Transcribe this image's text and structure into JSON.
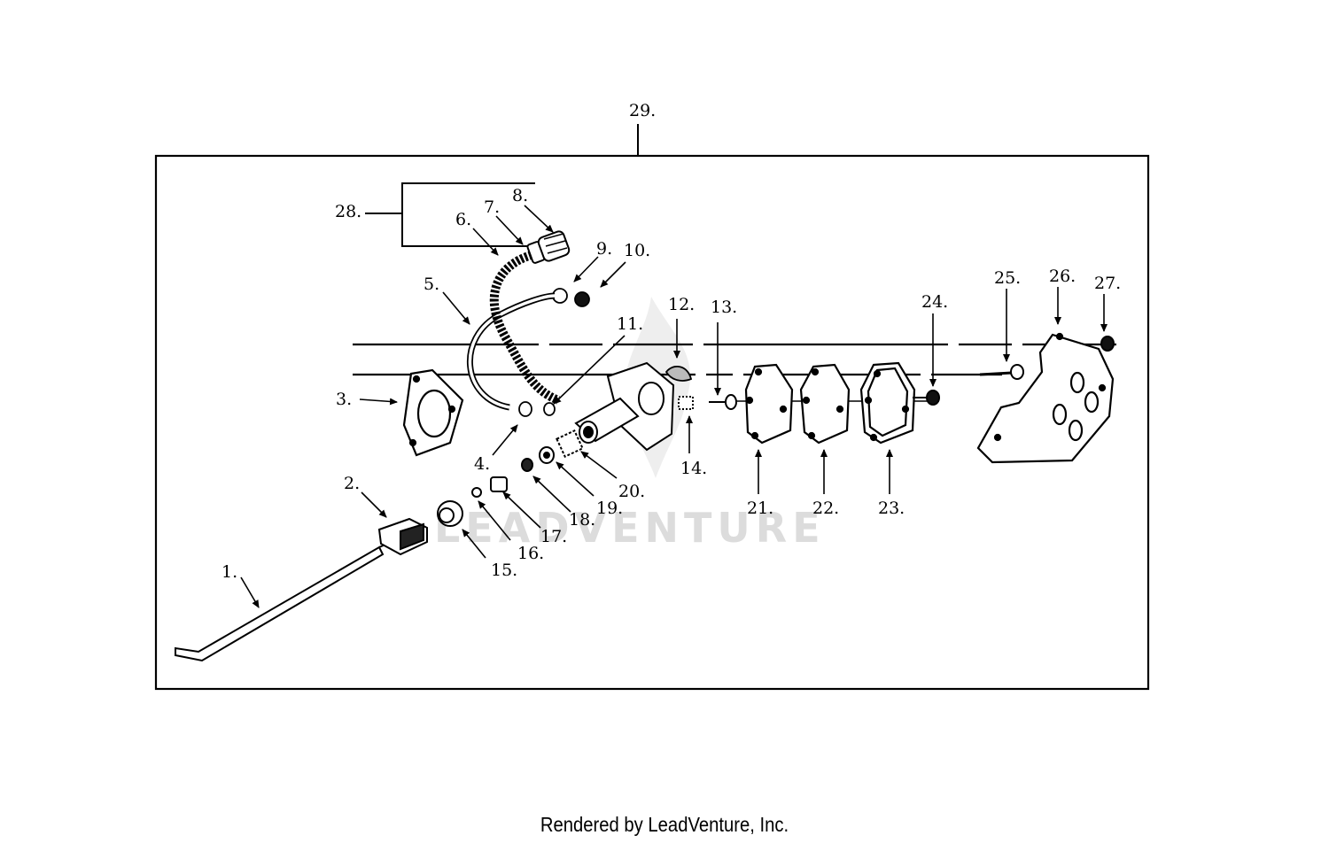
{
  "watermark": "LEADVENTURE",
  "footer": "Rendered by LeadVenture, Inc.",
  "callouts": {
    "c1": "1.",
    "c2": "2.",
    "c3": "3.",
    "c4": "4.",
    "c5": "5.",
    "c6": "6.",
    "c7": "7.",
    "c8": "8.",
    "c9": "9.",
    "c10": "10.",
    "c11": "11.",
    "c12": "12.",
    "c13": "13.",
    "c14": "14.",
    "c15": "15.",
    "c16": "16.",
    "c17": "17.",
    "c18": "18.",
    "c19": "19.",
    "c20": "20.",
    "c21": "21.",
    "c22": "22.",
    "c23": "23.",
    "c24": "24.",
    "c25": "25.",
    "c26": "26.",
    "c27": "27.",
    "c28": "28.",
    "c29": "29."
  }
}
